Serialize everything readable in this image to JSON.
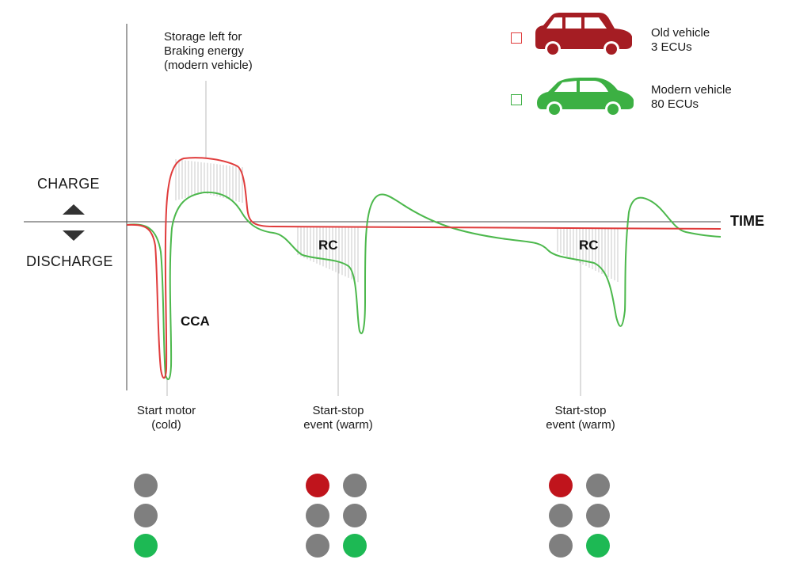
{
  "annotation": {
    "storage_line1": "Storage left for",
    "storage_line2": "Braking energy",
    "storage_line3": "(modern vehicle)"
  },
  "axis": {
    "charge": "CHARGE",
    "discharge": "DISCHARGE",
    "time": "TIME"
  },
  "labels": {
    "cca": "CCA",
    "rc1": "RC",
    "rc2": "RC"
  },
  "events": [
    {
      "line1": "Start motor",
      "line2": "(cold)"
    },
    {
      "line1": "Start-stop",
      "line2": "event (warm)"
    },
    {
      "line1": "Start-stop",
      "line2": "event (warm)"
    }
  ],
  "legend": {
    "old": {
      "line1": "Old vehicle",
      "line2": "3 ECUs",
      "color": "#e03c3c"
    },
    "modern": {
      "line1": "Modern vehicle",
      "line2": "80 ECUs",
      "color": "#3cb043"
    }
  },
  "icons": {
    "old_car": "red-car-icon",
    "modern_car": "green-car-icon"
  },
  "traffic_lights": [
    {
      "event": "Start motor (cold)",
      "columns": [
        [
          "gray",
          "gray",
          "green"
        ]
      ]
    },
    {
      "event": "Start-stop event (warm)",
      "columns": [
        [
          "red",
          "gray",
          "gray"
        ],
        [
          "gray",
          "gray",
          "green"
        ]
      ]
    },
    {
      "event": "Start-stop event (warm)",
      "columns": [
        [
          "red",
          "gray",
          "gray"
        ],
        [
          "gray",
          "gray",
          "green"
        ]
      ]
    }
  ],
  "colors": {
    "red_curve": "#e03c3c",
    "green_curve": "#4cb84c",
    "light_red": "#c0141c",
    "light_gray": "#7f7f7f",
    "light_green": "#1db954",
    "hatch": "#c8c8c8",
    "axis": "#333333"
  }
}
